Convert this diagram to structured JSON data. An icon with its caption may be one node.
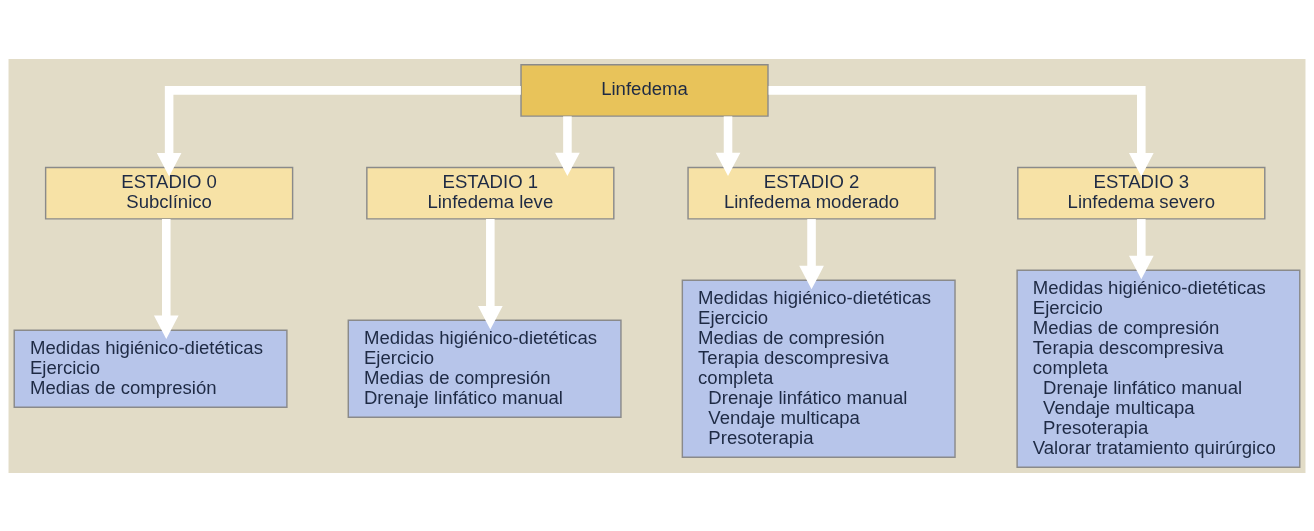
{
  "diagram": {
    "nodes": [
      {
        "text": [
          "Linfedema"
        ]
      },
      {
        "text": [
          "ESTADIO 0",
          "Subclínico"
        ]
      },
      {
        "text": [
          "ESTADIO 1",
          "Linfedema leve"
        ]
      },
      {
        "text": [
          "ESTADIO 2",
          "Linfedema moderado"
        ]
      },
      {
        "text": [
          "ESTADIO 3",
          "Linfedema severo"
        ]
      },
      {
        "text": [
          "Medidas higiénico-dietéticas",
          "Ejercicio",
          "Medias de compresión"
        ]
      },
      {
        "text": [
          "Medidas higiénico-dietéticas",
          "Ejercicio",
          "Medias de compresión",
          "Drenaje linfático manual"
        ]
      },
      {
        "text": [
          "Medidas higiénico-dietéticas",
          "Ejercicio",
          "Medias de compresión",
          "Terapia descompresiva completa",
          "Drenaje linfático manual",
          "Vendaje multicapa",
          "Presoterapia"
        ]
      },
      {
        "text": [
          "Medidas higiénico-dietéticas",
          "Ejercicio",
          "Medias de compresión",
          "Terapia descompresiva completa",
          "Drenaje linfático manual",
          "Vendaje multicapa",
          "Presoterapia",
          "Valorar tratamiento quirúrgico"
        ]
      }
    ],
    "edges": [
      {
        "from": 0,
        "to": 1,
        "arrow": "to"
      },
      {
        "from": 0,
        "to": 2,
        "arrow": "to"
      },
      {
        "from": 0,
        "to": 3,
        "arrow": "to"
      },
      {
        "from": 0,
        "to": 4,
        "arrow": "to"
      },
      {
        "from": 1,
        "to": 5,
        "arrow": "to"
      },
      {
        "from": 2,
        "to": 6,
        "arrow": "to"
      },
      {
        "from": 3,
        "to": 7,
        "arrow": "to"
      },
      {
        "from": 4,
        "to": 8,
        "arrow": "to"
      }
    ]
  }
}
